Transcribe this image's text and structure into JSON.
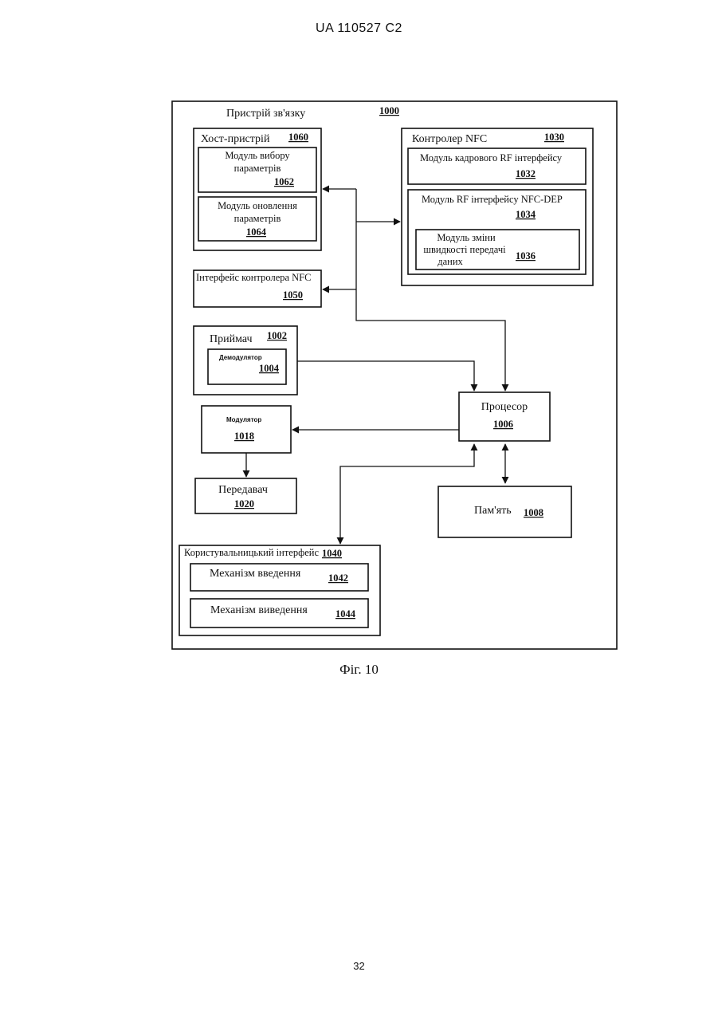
{
  "header": "UA   110527   C2",
  "figure_caption": "Фіг. 10",
  "page_number": "32",
  "blocks": {
    "device": {
      "label": "Пристрій зв'язку",
      "num": "1000"
    },
    "host": {
      "label": "Хост-пристрій",
      "num": "1060"
    },
    "param_select": {
      "line1": "Модуль вибору",
      "line2": "параметрів",
      "num": "1062"
    },
    "param_update": {
      "line1": "Модуль оновлення",
      "line2": "параметрів",
      "num": "1064"
    },
    "nfc_ctrl": {
      "label": "Контролер NFC",
      "num": "1030"
    },
    "frame_rf": {
      "label": "Модуль кадрового RF інтерфейсу",
      "num": "1032"
    },
    "nfc_dep": {
      "label": "Модуль RF інтерфейсу NFC-DEP",
      "num": "1034"
    },
    "rate_change": {
      "line1": "Модуль зміни",
      "line2": "швидкості передачі",
      "line3": "даних",
      "num": "1036"
    },
    "nfc_iface": {
      "label": "Інтерфейс контролера NFC",
      "num": "1050"
    },
    "receiver": {
      "label": "Приймач",
      "num": "1002"
    },
    "demod": {
      "label": "Демодулятор",
      "num": "1004"
    },
    "processor": {
      "label": "Процесор",
      "num": "1006"
    },
    "modulator": {
      "label": "Модулятор",
      "num": "1018"
    },
    "transmitter": {
      "label": "Передавач",
      "num": "1020"
    },
    "memory": {
      "label": "Пам'ять",
      "num": "1008"
    },
    "ui": {
      "label": "Користувальницький інтерфейс",
      "num": "1040"
    },
    "input": {
      "label": "Механізм введення",
      "num": "1042"
    },
    "output": {
      "label": "Механізм виведення",
      "num": "1044"
    }
  }
}
